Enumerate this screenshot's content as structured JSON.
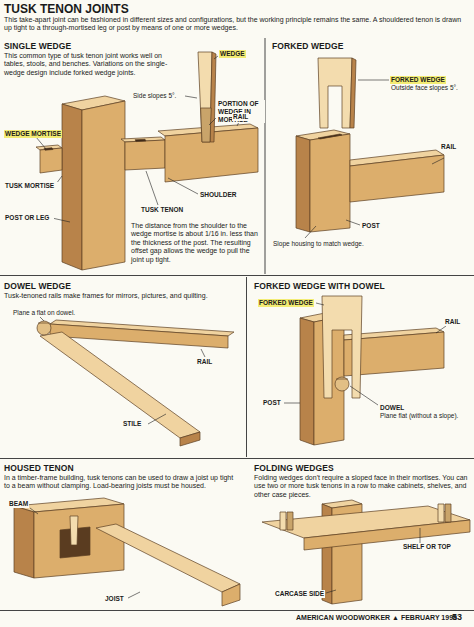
{
  "diagram": {
    "title": "TUSK TENON JOINTS",
    "nodes": [
      {
        "text": [
          "SINGLE WEDGE",
          "This common type of tusk tenon joint works well on tables, stools, and benches. Variations on the single-wedge design include forked wedge joints."
        ]
      },
      {
        "text": [
          "FORKED WEDGE"
        ]
      },
      {
        "text": [
          "DOWEL WEDGE",
          "Tusk-tenoned rails make frames for mirrors, pictures, and quilting."
        ]
      },
      {
        "text": [
          "FORKED WEDGE WITH DOWEL"
        ]
      },
      {
        "text": [
          "HOUSED TENON",
          "In a timber-frame building, tusk tenons can be used to draw a joist up tight to a beam without clamping. Load-bearing joists must be housed."
        ]
      },
      {
        "text": [
          "FOLDING WEDGES",
          "Folding wedges don't require a sloped face in their mortises. You can use two or more tusk tenons in a row to make cabinets, shelves, and other case pieces."
        ]
      }
    ],
    "labels": [
      "This take-apart joint can be fashioned in different sizes and configurations, but the working principle remains the same. A shouldered tenon is drawn up tight to a through-mortised leg or post by means of one or more wedges.",
      "WEDGE",
      "Side slopes 5°.",
      "PORTION OF WEDGE IN MORTISE",
      "WEDGE MORTISE",
      "RAIL",
      "TUSK MORTISE",
      "SHOULDER",
      "POST OR LEG",
      "TUSK TENON",
      "The distance from the shoulder to the wedge mortise is about 1/16 in. less than the thickness of the post. The resulting offset gap allows the wedge to pull the joint up tight.",
      "FORKED WEDGE",
      "Outside face slopes 5°.",
      "RAIL",
      "POST",
      "Slope housing to match wedge.",
      "Plane a flat on dowel.",
      "RAIL",
      "STILE",
      "FORKED WEDGE",
      "RAIL",
      "POST",
      "DOWEL",
      "Plane flat (without a slope).",
      "BEAM",
      "JOIST",
      "SHELF OR TOP",
      "CARCASE SIDE",
      "AMERICAN WOODWORKER ▲ FEBRUARY 1998",
      "53"
    ]
  }
}
